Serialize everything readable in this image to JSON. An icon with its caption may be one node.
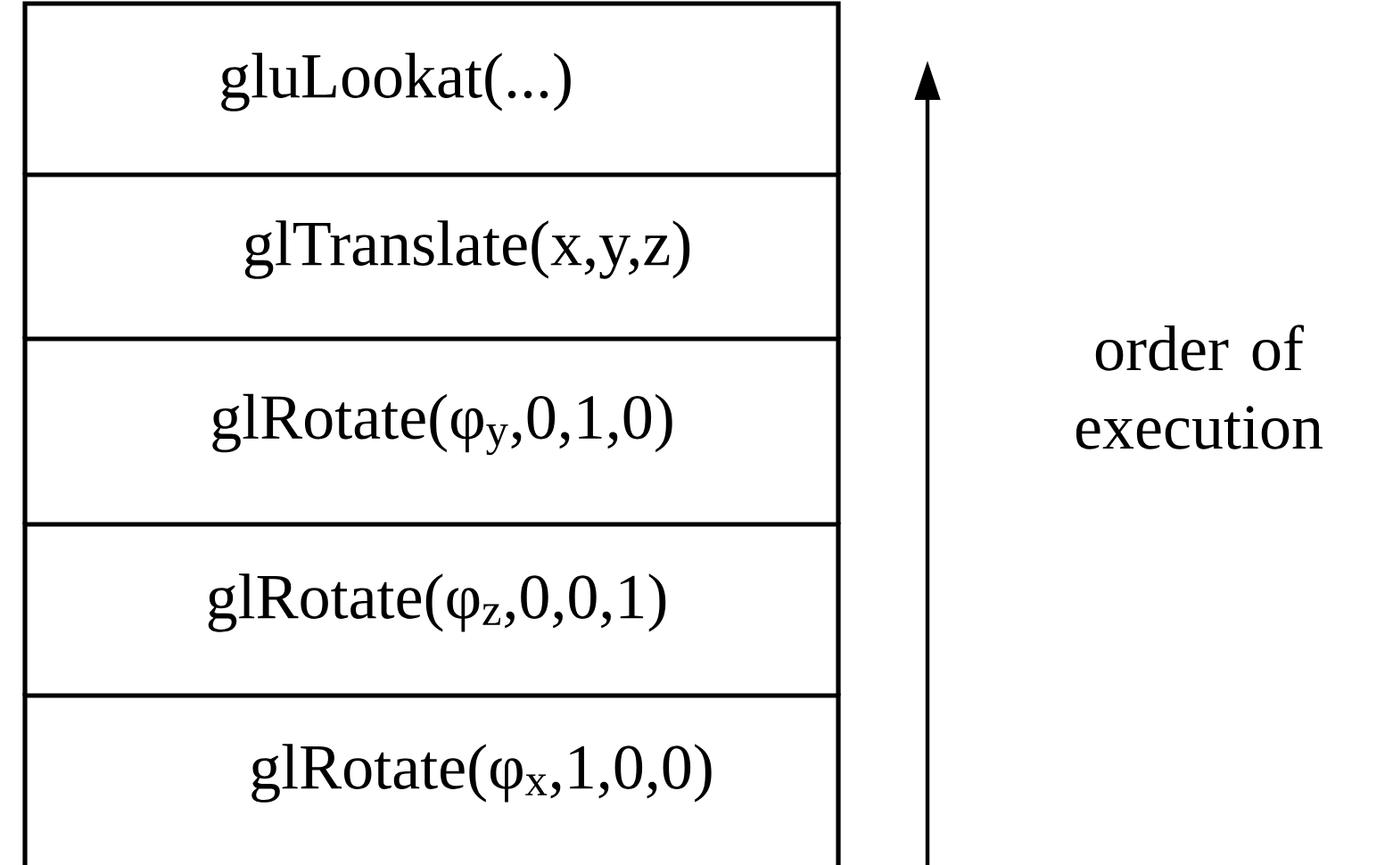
{
  "diagram": {
    "nodes": [
      {
        "text": [
          "gluLookat(...)"
        ]
      },
      {
        "text": [
          "glTranslate(x,y,z)"
        ]
      },
      {
        "text": [
          "glRotate(φ$_{y}$,0,1,0)"
        ]
      },
      {
        "text": [
          "glRotate(φ$_{z}$,0,0,1)"
        ]
      },
      {
        "text": [
          "glRotate(φ$_{x}$,1,0,0)"
        ]
      }
    ],
    "labels": [
      "order of execution"
    ]
  }
}
